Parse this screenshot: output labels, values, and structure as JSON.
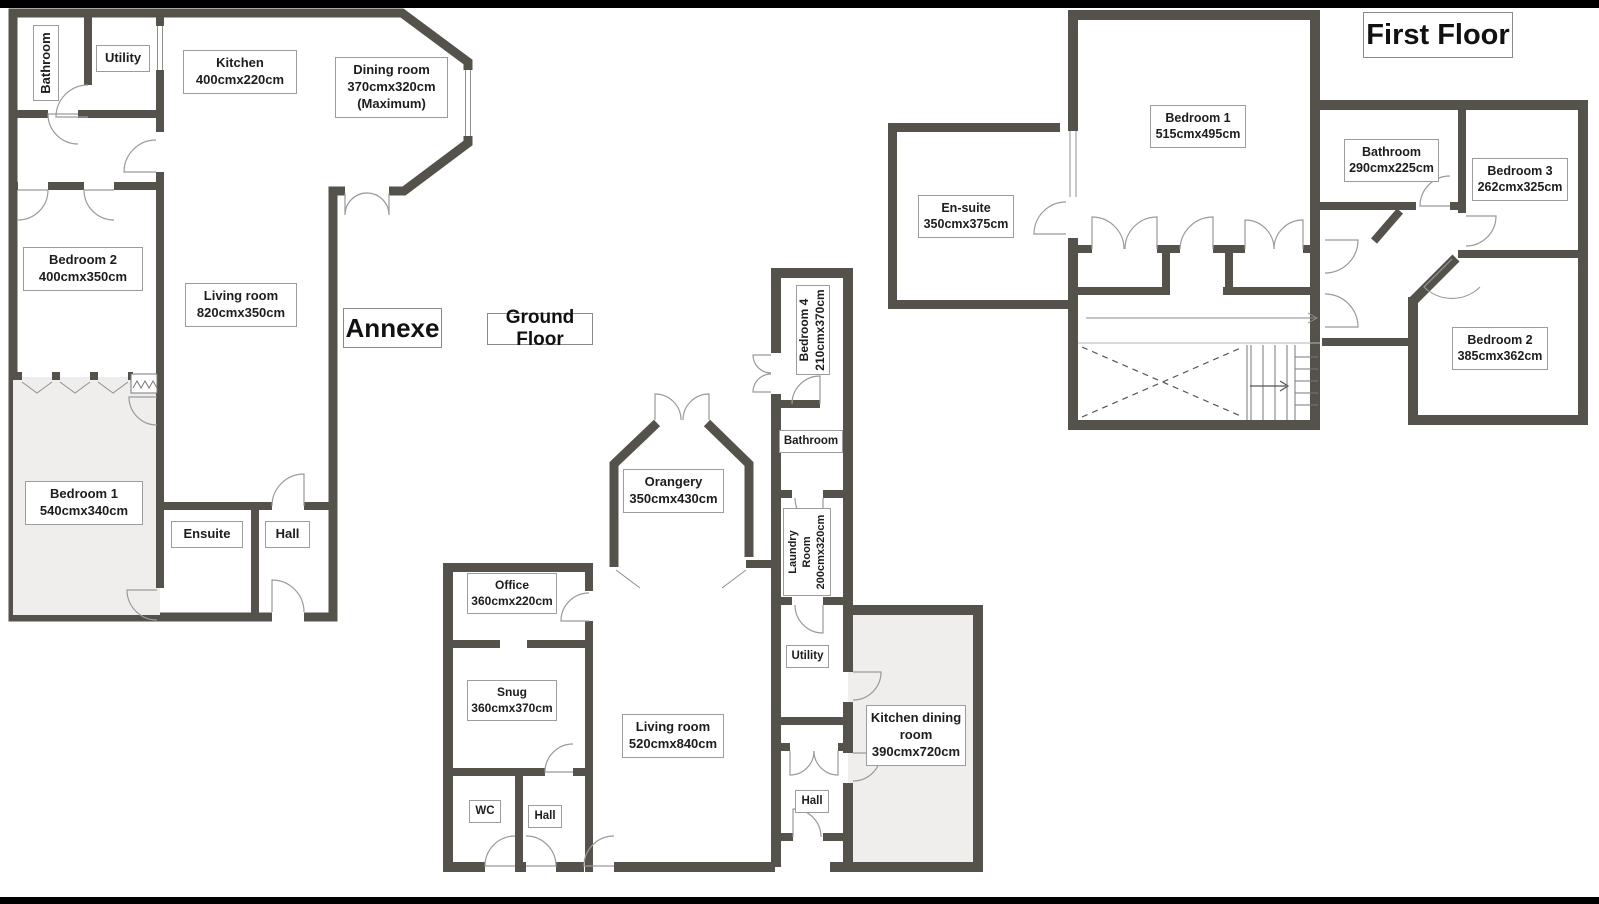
{
  "document": {
    "type": "floorplan",
    "background": "#ffffff",
    "top_bar_color": "#000000",
    "bottom_bar_color": "#000000"
  },
  "colors": {
    "wall": "#55524c",
    "shaded_room_fill": "#efeeec",
    "thin_line": "#8f8f8f",
    "door_arc": "#9a9a9a",
    "label_border": "#9c9c9c",
    "text": "#1d1d1d"
  },
  "plans": [
    {
      "title": "Annexe",
      "rooms": [
        {
          "name": "Bathroom"
        },
        {
          "name": "Utility"
        },
        {
          "name": "Kitchen",
          "dims": "400cmx220cm"
        },
        {
          "name": "Dining room",
          "dims": "370cmx320cm",
          "note": "(Maximum)"
        },
        {
          "name": "Bedroom 2",
          "dims": "400cmx350cm"
        },
        {
          "name": "Living room",
          "dims": "820cmx350cm"
        },
        {
          "name": "Bedroom 1",
          "dims": "540cmx340cm"
        },
        {
          "name": "Ensuite"
        },
        {
          "name": "Hall"
        }
      ]
    },
    {
      "title": "Ground Floor",
      "rooms": [
        {
          "name": "Bedroom 4",
          "dims": "210cmx370cm"
        },
        {
          "name": "Bathroom"
        },
        {
          "name": "Orangery",
          "dims": "350cmx430cm"
        },
        {
          "name": "Laundry Room",
          "dims": "200cmx320cm"
        },
        {
          "name": "Office",
          "dims": "360cmx220cm"
        },
        {
          "name": "Utility"
        },
        {
          "name": "Snug",
          "dims": "360cmx370cm"
        },
        {
          "name": "Living room",
          "dims": "520cmx840cm"
        },
        {
          "name": "Kitchen dining room",
          "dims": "390cmx720cm"
        },
        {
          "name": "WC"
        },
        {
          "name": "Hall"
        },
        {
          "name": "Hall"
        }
      ]
    },
    {
      "title": "First Floor",
      "rooms": [
        {
          "name": "Bedroom 1",
          "dims": "515cmx495cm"
        },
        {
          "name": "En-suite",
          "dims": "350cmx375cm"
        },
        {
          "name": "Bathroom",
          "dims": "290cmx225cm"
        },
        {
          "name": "Bedroom 3",
          "dims": "262cmx325cm"
        },
        {
          "name": "Bedroom 2",
          "dims": "385cmx362cm"
        }
      ]
    }
  ]
}
